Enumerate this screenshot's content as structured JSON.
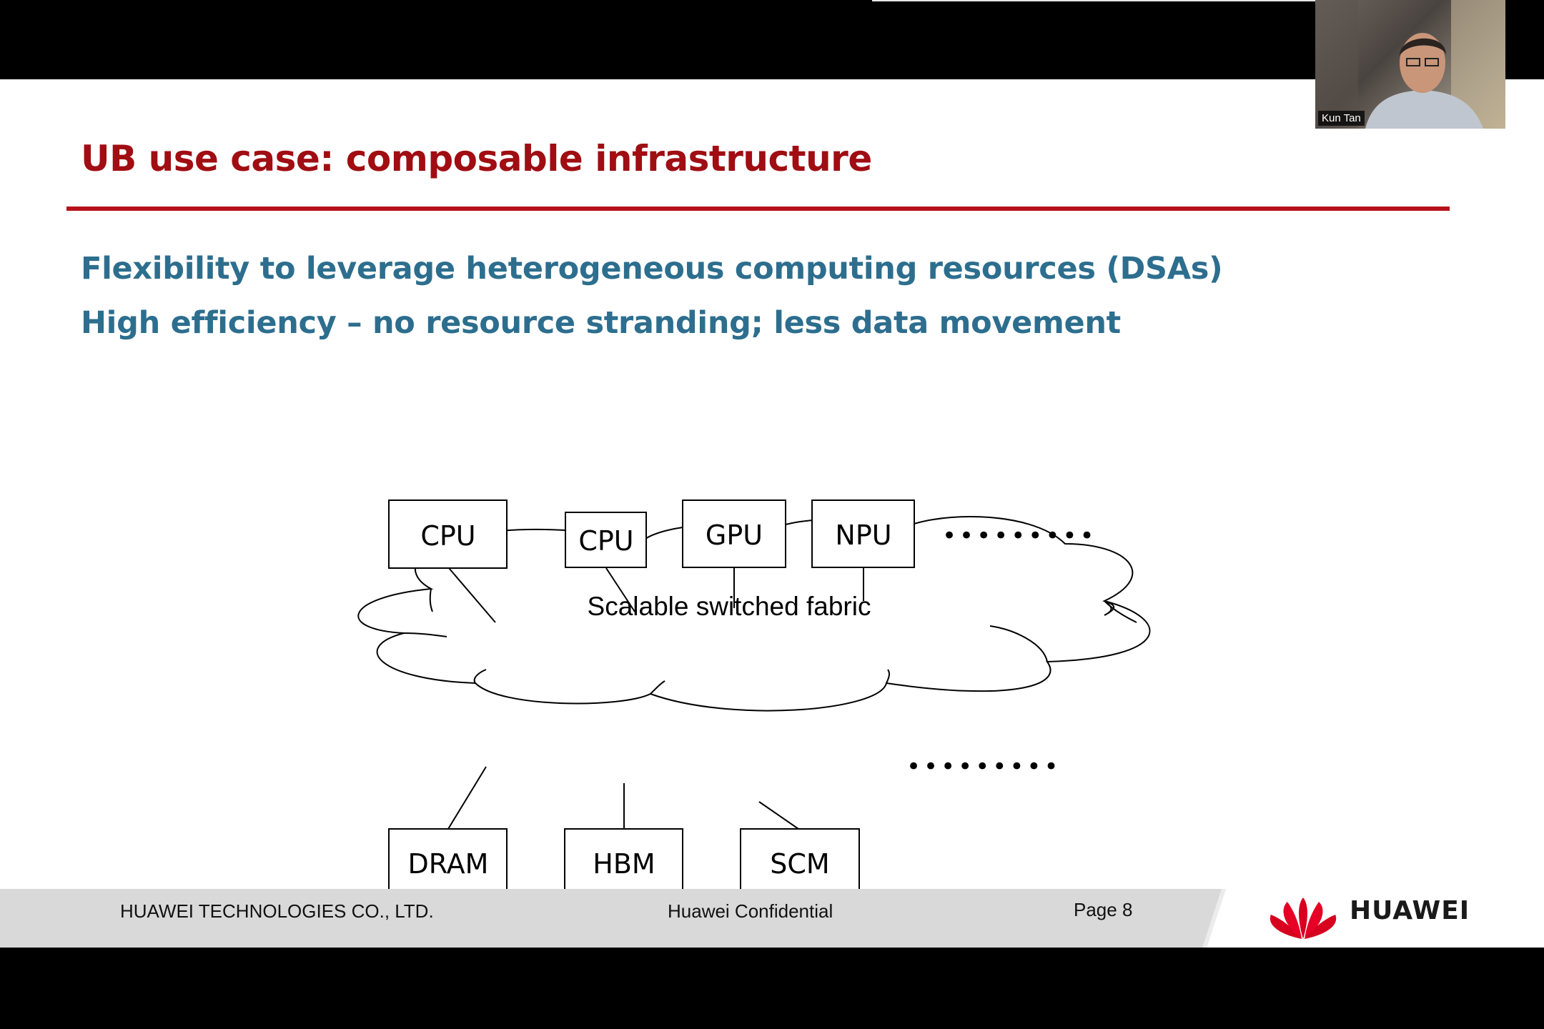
{
  "slide": {
    "title": "UB use case: composable infrastructure",
    "bullets": [
      "Flexibility to leverage heterogeneous computing resources (DSAs)",
      "High efficiency – no resource stranding; less data movement"
    ],
    "colors": {
      "title": "#a00d12",
      "rule": "#b5121b",
      "bullets": "#2d6e8e"
    }
  },
  "diagram": {
    "fabric_label": "Scalable switched fabric",
    "top_nodes": [
      "CPU",
      "CPU",
      "GPU",
      "NPU"
    ],
    "bottom_nodes": [
      "DRAM",
      "HBM",
      "SCM"
    ],
    "ellipsis": "•••••••••"
  },
  "footer": {
    "company": "HUAWEI TECHNOLOGIES CO., LTD.",
    "confidential": "Huawei Confidential",
    "page": "Page 8",
    "brand": "HUAWEI"
  },
  "video": {
    "participant_name": "Kun Tan"
  }
}
